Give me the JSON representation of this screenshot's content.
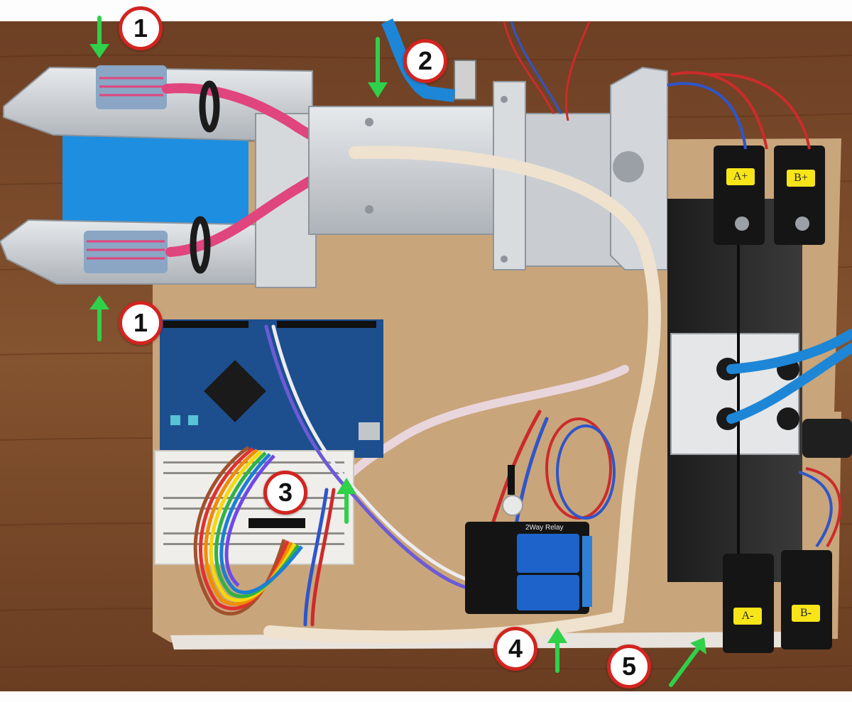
{
  "callouts": [
    {
      "id": "gripper-top-sensor",
      "number": "1"
    },
    {
      "id": "linear-actuator",
      "number": "2"
    },
    {
      "id": "controller-wiring",
      "number": "3"
    },
    {
      "id": "relay-module",
      "number": "4"
    },
    {
      "id": "solenoid-valve-wiring",
      "number": "5"
    },
    {
      "id": "gripper-bottom-sensor",
      "number": "1"
    }
  ],
  "valve_labels": {
    "a_plus": "A+",
    "b_plus": "B+",
    "a_minus": "A-",
    "b_minus": "B-"
  },
  "relay_board": {
    "silk_text": "2Way Relay"
  },
  "colors": {
    "callout_ring": "#d2241f",
    "arrow": "#2fd04a",
    "wood_table": "#7a4a2c",
    "board": "#c9a57b",
    "aluminum": "#c8ccd1",
    "pcb_blue": "#1d4f8f",
    "coil_label": "#f7e51a",
    "tube_blue": "#1e86d6",
    "wire_pink": "#e0457d"
  },
  "icons": [
    "up-arrow-icon",
    "down-arrow-icon",
    "diagonal-arrow-icon"
  ]
}
